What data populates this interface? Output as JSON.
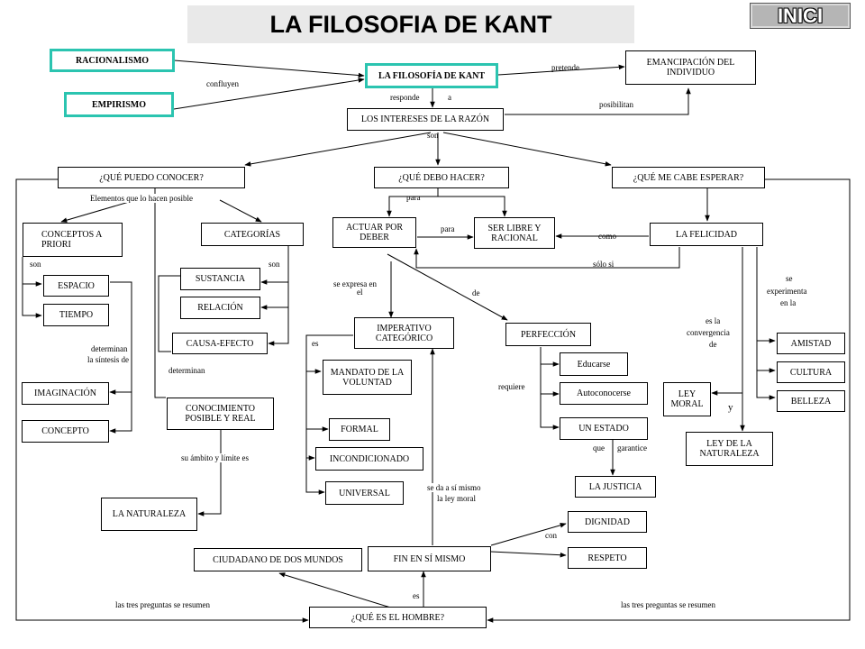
{
  "title": "LA FILOSOFIA DE KANT",
  "inici_button": "INICI",
  "accent_color": "#2bc4b0",
  "nodes": {
    "racionalismo": "RACIONALISMO",
    "empirismo": "EMPIRISMO",
    "filosofia_kant": "LA FILOSOFÍA DE KANT",
    "emancipacion": "EMANCIPACIÓN DEL INDIVIDUO",
    "intereses": "LOS INTERESES DE LA RAZÓN",
    "puedo_conocer": "¿QUÉ PUEDO CONOCER?",
    "debo_hacer": "¿QUÉ DEBO HACER?",
    "cabe_esperar": "¿QUÉ ME CABE ESPERAR?",
    "conceptos_priori": "CONCEPTOS A PRIORI",
    "categorias": "CATEGORÍAS",
    "espacio": "ESPACIO",
    "tiempo": "TIEMPO",
    "sustancia": "SUSTANCIA",
    "relacion": "RELACIÓN",
    "causa_efecto": "CAUSA-EFECTO",
    "imaginacion": "IMAGINACIÓN",
    "concepto": "CONCEPTO",
    "conocimiento_posible": "CONOCIMIENTO POSIBLE Y REAL",
    "la_naturaleza": "LA NATURALEZA",
    "actuar_deber": "ACTUAR POR DEBER",
    "ser_libre": "SER LIBRE Y RACIONAL",
    "la_felicidad": "LA FELICIDAD",
    "imperativo": "IMPERATIVO CATEGÓRICO",
    "perfeccion": "PERFECCIÓN",
    "mandato": "MANDATO DE LA VOLUNTAD",
    "formal": "FORMAL",
    "incondicionado": "INCONDICIONADO",
    "universal": "UNIVERSAL",
    "educarse": "Educarse",
    "autoconocerse": "Autoconocerse",
    "un_estado": "UN ESTADO",
    "la_justicia": "LA JUSTICIA",
    "amistad": "AMISTAD",
    "cultura": "CULTURA",
    "belleza": "BELLEZA",
    "ley_moral": "LEY MORAL",
    "ley_naturaleza": "LEY DE LA NATURALEZA",
    "dignidad": "DIGNIDAD",
    "respeto": "RESPETO",
    "ciudadano": "CIUDADANO DE DOS MUNDOS",
    "fin_en_si": "FIN EN SÍ MISMO",
    "que_es_hombre": "¿QUÉ ES EL HOMBRE?"
  },
  "labels": {
    "confluyen": "confluyen",
    "pretende": "pretende",
    "responde": "responde",
    "a": "a",
    "posibilitan": "posibilitan",
    "son_top": "son",
    "elementos": "Elementos que   lo   hacen posible",
    "para_top": "para",
    "para_mid": "para",
    "como": "como",
    "solo_si": "sólo si",
    "son_left": "son",
    "son_right": "son",
    "se_expresa_1": "se expresa en",
    "se_expresa_2": "el",
    "de": "de",
    "se_experimenta_1": "se",
    "se_experimenta_2": "experimenta",
    "se_experimenta_3": "en la",
    "es_la_1": "es la",
    "es_la_2": "convergencia",
    "es_la_3": "de",
    "es_imperativo": "es",
    "determinan_1": "determinan",
    "determinan_2": "la síntesis de",
    "determinan_cat": "determinan",
    "requiere": "requiere",
    "y": "y",
    "que": "que",
    "garantice": "garantice",
    "su_ambito": "su ámbito   y límite es",
    "se_da_1": "se  da a sí mismo",
    "se_da_2": "la ley moral",
    "con": "con",
    "es_bottom": "es",
    "tres_left": "las tres preguntas se resumen",
    "tres_right": "las tres preguntas se resumen"
  }
}
